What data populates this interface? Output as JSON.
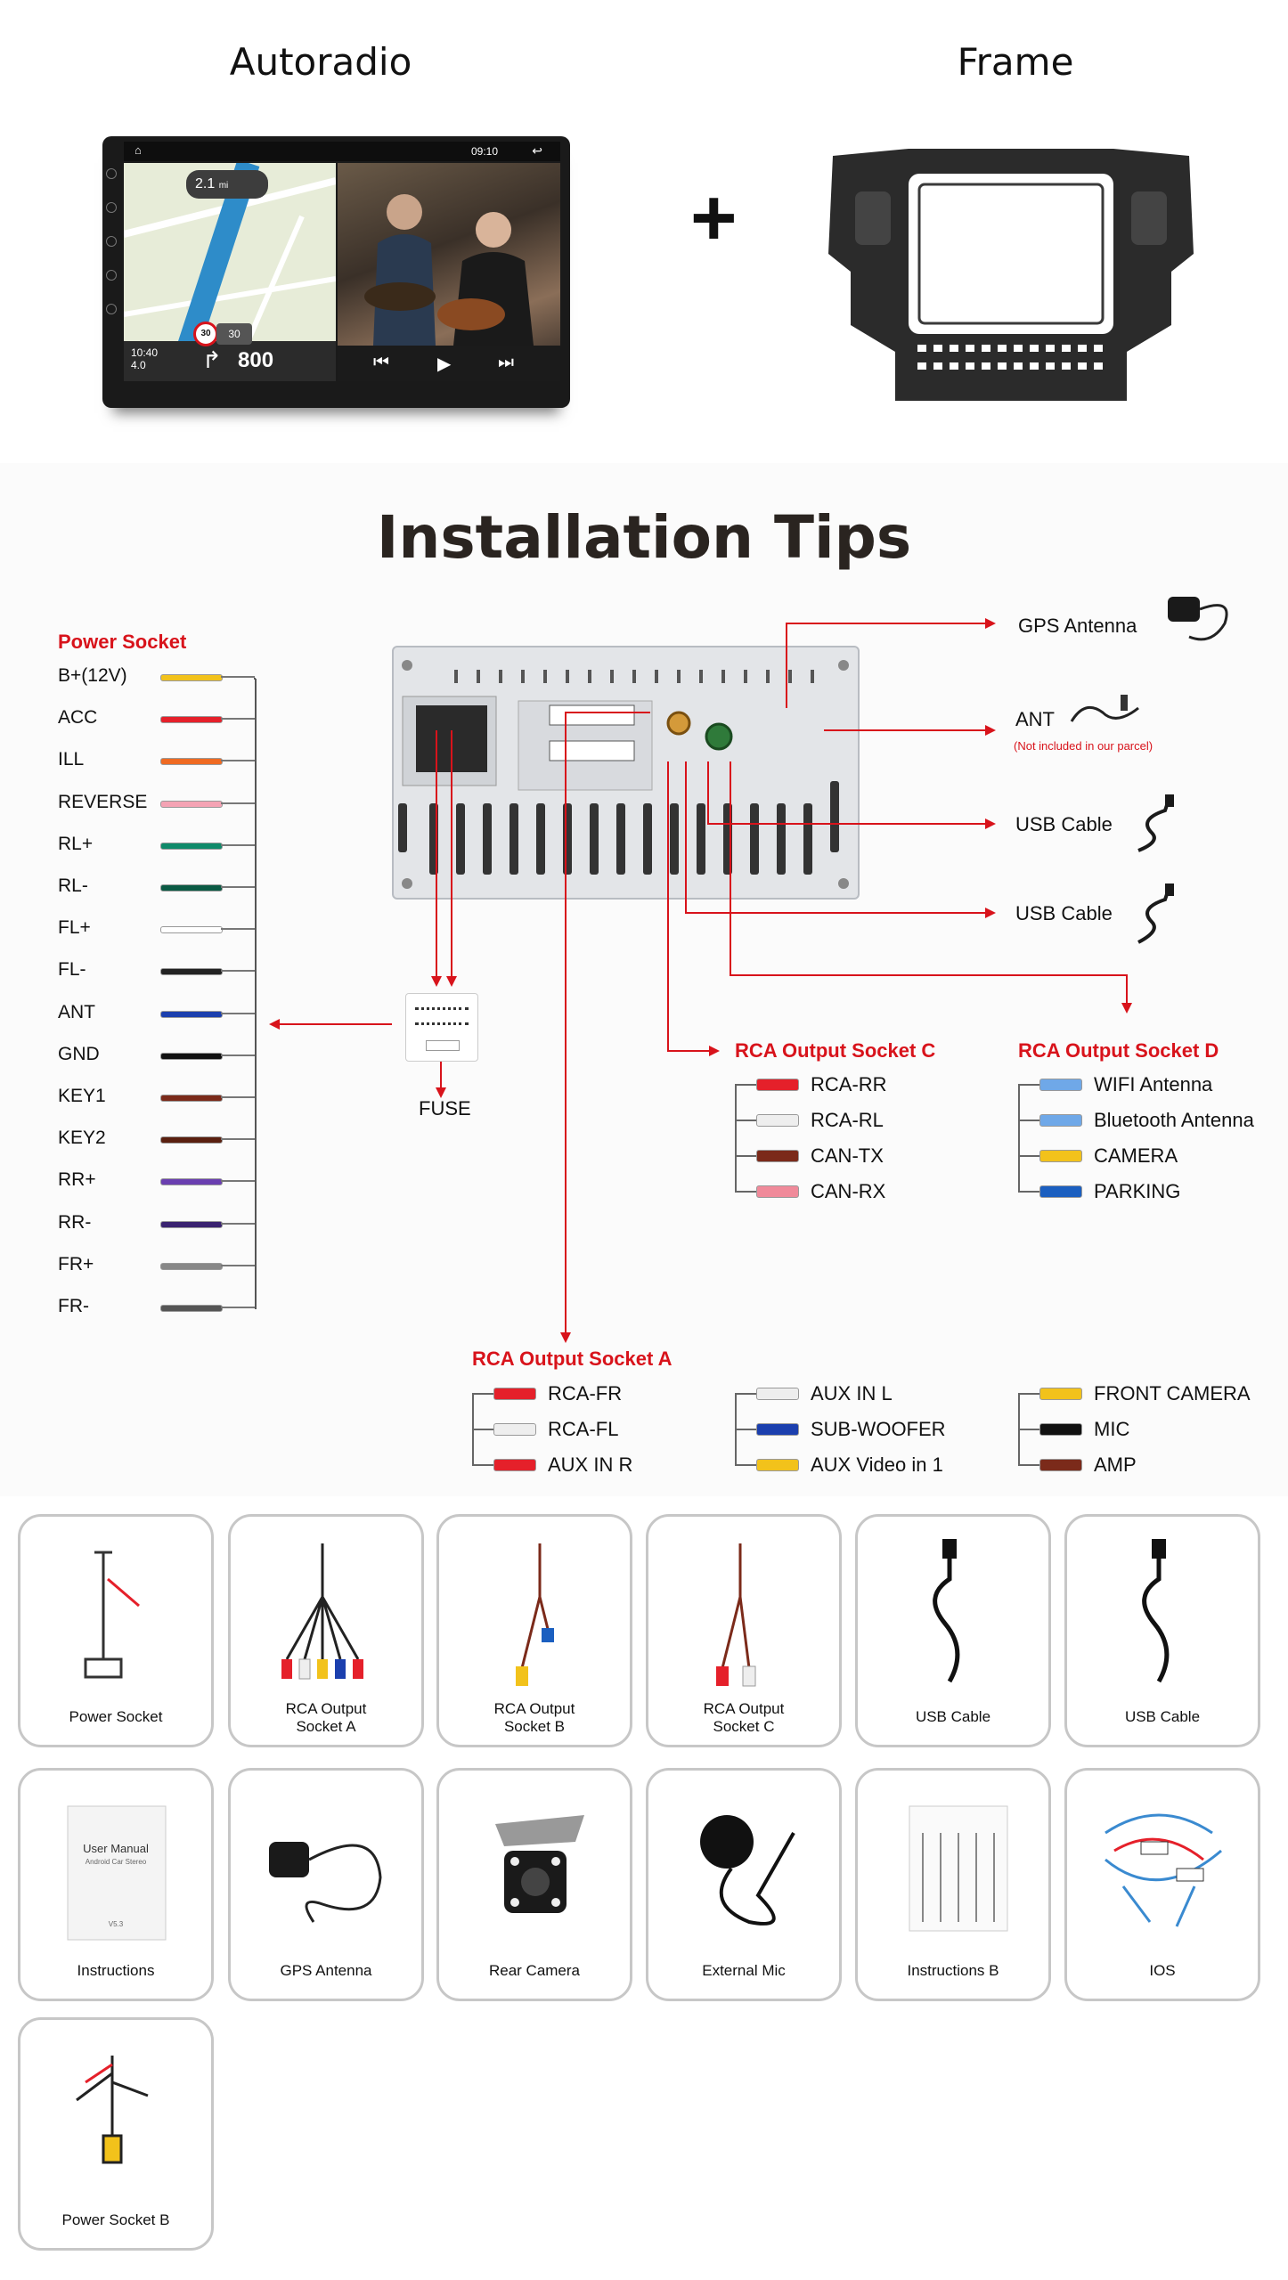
{
  "header": {
    "autoradio_title": "Autoradio",
    "frame_title": "Frame",
    "plus": "+"
  },
  "screen": {
    "time": "09:10",
    "distance": "2.1",
    "distance_unit": "mi",
    "speed_limit": "30",
    "speed_current": "30",
    "clock": "10:40",
    "clock_sub": "4.0",
    "remaining": "800"
  },
  "install": {
    "title": "Installation Tips",
    "power_socket_title": "Power Socket",
    "power_items": [
      {
        "label": "B+(12V)",
        "color": "#f2c21b"
      },
      {
        "label": "ACC",
        "color": "#e5202a"
      },
      {
        "label": "ILL",
        "color": "#ef6a22"
      },
      {
        "label": "REVERSE",
        "color": "#f4a3b4"
      },
      {
        "label": "RL+",
        "color": "#0f8a6a"
      },
      {
        "label": "RL-",
        "color": "#0b5a44"
      },
      {
        "label": "FL+",
        "color": "#ffffff"
      },
      {
        "label": "FL-",
        "color": "#222222"
      },
      {
        "label": "ANT",
        "color": "#1b3fae"
      },
      {
        "label": "GND",
        "color": "#111111"
      },
      {
        "label": "KEY1",
        "color": "#7b2a1a"
      },
      {
        "label": "KEY2",
        "color": "#5a2010"
      },
      {
        "label": "RR+",
        "color": "#6a3fb0"
      },
      {
        "label": "RR-",
        "color": "#3a2370"
      },
      {
        "label": "FR+",
        "color": "#888888"
      },
      {
        "label": "FR-",
        "color": "#555555"
      }
    ],
    "fuse": "FUSE",
    "gps_antenna": "GPS Antenna",
    "ant": "ANT",
    "ant_note": "(Not included in our parcel)",
    "usb1": "USB Cable",
    "usb2": "USB Cable",
    "socket_c": {
      "title": "RCA Output Socket C",
      "items": [
        {
          "label": "RCA-RR",
          "color": "#e5202a"
        },
        {
          "label": "RCA-RL",
          "color": "#eeeeee"
        },
        {
          "label": "CAN-TX",
          "color": "#7b2a1a"
        },
        {
          "label": "CAN-RX",
          "color": "#f08a9a"
        }
      ]
    },
    "socket_d": {
      "title": "RCA Output Socket D",
      "items": [
        {
          "label": "WIFI Antenna",
          "color": "#6fa8e8"
        },
        {
          "label": "Bluetooth Antenna",
          "color": "#6fa8e8"
        },
        {
          "label": "CAMERA",
          "color": "#f2c21b"
        },
        {
          "label": "PARKING",
          "color": "#1b5fc0"
        }
      ]
    },
    "socket_a": {
      "title": "RCA Output Socket A",
      "col1": [
        {
          "label": "RCA-FR",
          "color": "#e5202a"
        },
        {
          "label": "RCA-FL",
          "color": "#eeeeee"
        },
        {
          "label": "AUX IN R",
          "color": "#e5202a"
        }
      ],
      "col2": [
        {
          "label": "AUX IN L",
          "color": "#eeeeee"
        },
        {
          "label": "SUB-WOOFER",
          "color": "#1b3fae"
        },
        {
          "label": "AUX Video in 1",
          "color": "#f2c21b"
        }
      ],
      "col3": [
        {
          "label": "FRONT CAMERA",
          "color": "#f2c21b"
        },
        {
          "label": "MIC",
          "color": "#111111"
        },
        {
          "label": "AMP",
          "color": "#7b2a1a"
        }
      ]
    }
  },
  "parts": [
    {
      "label": "Power Socket"
    },
    {
      "label": "RCA Output Socket A"
    },
    {
      "label": "RCA Output Socket B"
    },
    {
      "label": "RCA Output Socket C"
    },
    {
      "label": "USB Cable"
    },
    {
      "label": "USB Cable"
    },
    {
      "label": "Instructions"
    },
    {
      "label": "GPS Antenna"
    },
    {
      "label": "Rear Camera"
    },
    {
      "label": "External Mic"
    },
    {
      "label": "Instructions B"
    },
    {
      "label": "IOS"
    },
    {
      "label": "Power Socket B"
    }
  ],
  "manual": {
    "title": "User Manual",
    "subtitle": "Android Car Stereo",
    "version": "V5.3"
  }
}
